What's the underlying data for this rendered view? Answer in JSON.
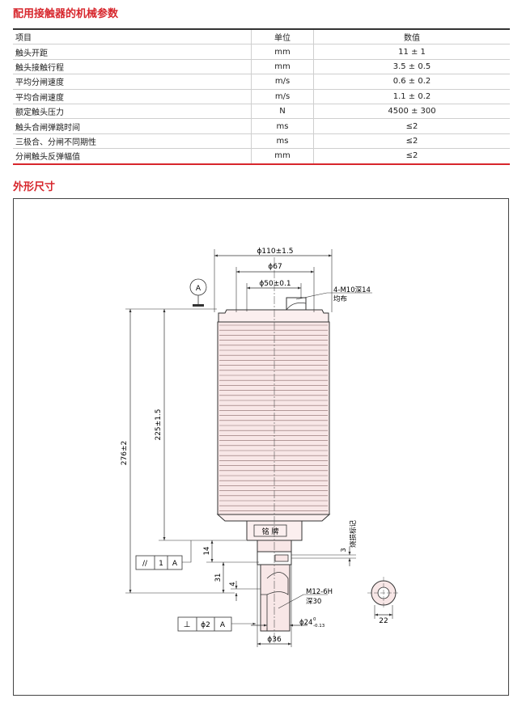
{
  "section1_title": "配用接触器的机械参数",
  "table": {
    "headers": [
      "项目",
      "单位",
      "数值"
    ],
    "rows": [
      {
        "item": "触头开距",
        "unit": "mm",
        "value": "11 ± 1"
      },
      {
        "item": "触头接触行程",
        "unit": "mm",
        "value": "3.5 ± 0.5"
      },
      {
        "item": "平均分闸速度",
        "unit": "m/s",
        "value": "0.6 ± 0.2"
      },
      {
        "item": "平均合闸速度",
        "unit": "m/s",
        "value": "1.1 ± 0.2"
      },
      {
        "item": "额定触头压力",
        "unit": "N",
        "value": "4500 ± 300"
      },
      {
        "item": "触头合闸弹跳时间",
        "unit": "ms",
        "value": "≤2"
      },
      {
        "item": "三极合、分闸不同期性",
        "unit": "ms",
        "value": "≤2"
      },
      {
        "item": "分闸触头反弹幅值",
        "unit": "mm",
        "value": "≤2"
      }
    ]
  },
  "section2_title": "外形尺寸",
  "drawing": {
    "dim_d110": "ϕ110±1.5",
    "dim_d67": "ϕ67",
    "dim_d50": "ϕ50±0.1",
    "thread_top_1": "4-M10深14",
    "thread_top_2": "均布",
    "datum_a": "A",
    "dim_276": "276±2",
    "dim_225": "225±1.5",
    "nameplate": "铭  牌",
    "mark_label": "烧损标记",
    "dim_3": "3",
    "dim_14": "14",
    "dim_31": "31",
    "dim_4": "4",
    "thread_bottom_1": "M12-6H",
    "thread_bottom_2": "深30",
    "dim_d24": "ϕ24",
    "dim_d24_tol_upper": "0",
    "dim_d24_tol_lower": "-0.13",
    "dim_d36": "ϕ36",
    "dim_22": "22",
    "fcf1_symbol": "//",
    "fcf1_value": "1",
    "fcf1_datum": "A",
    "fcf2_symbol": "⊥",
    "fcf2_value": "ϕ2",
    "fcf2_datum": "A"
  }
}
